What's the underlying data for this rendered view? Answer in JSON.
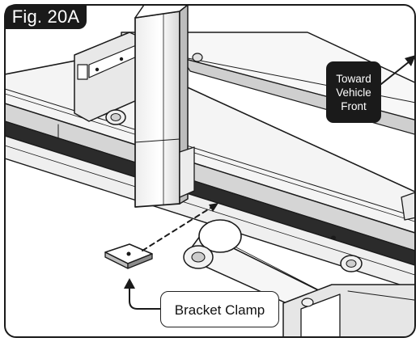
{
  "figure": {
    "label": "Fig. 20A"
  },
  "callouts": {
    "direction": [
      "Toward",
      "Vehicle",
      "Front"
    ],
    "part": "Bracket Clamp"
  },
  "colors": {
    "ink": "#1a1a1a",
    "paper": "#ffffff",
    "steel_light": "#f2f2f2",
    "steel_mid": "#d9d9d9",
    "steel_dark": "#8c8c8c"
  }
}
